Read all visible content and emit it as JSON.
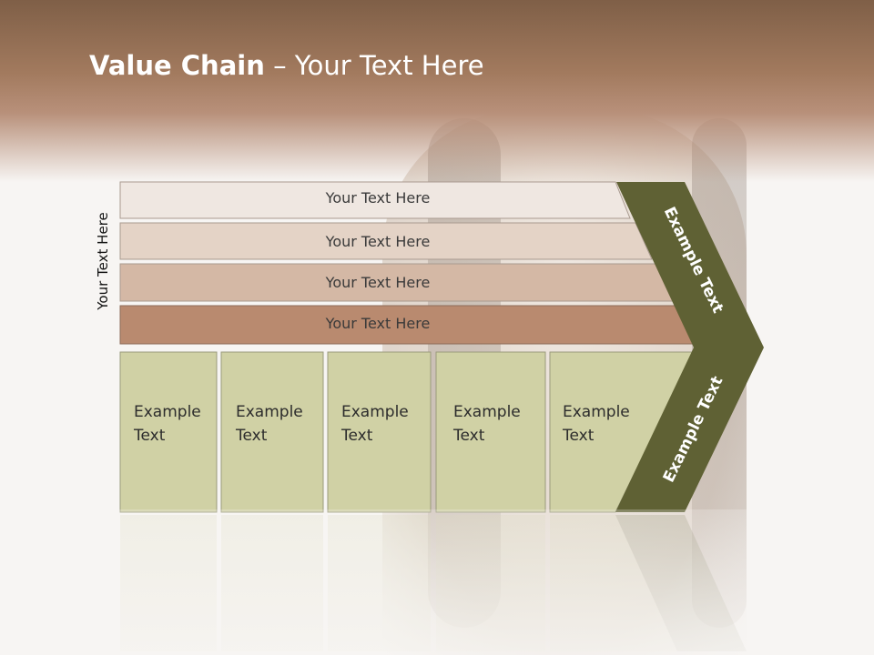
{
  "title": {
    "bold": "Value Chain",
    "rest": " – Your Text Here"
  },
  "side_label": "Your Text Here",
  "bars": [
    {
      "label": "Your Text Here",
      "color": "#efe7e1"
    },
    {
      "label": "Your Text Here",
      "color": "#e4d3c6"
    },
    {
      "label": "Your Text Here",
      "color": "#d4b8a5"
    },
    {
      "label": "Your Text Here",
      "color": "#b98a6f"
    }
  ],
  "boxes": [
    {
      "line1": "Example",
      "line2": "Text"
    },
    {
      "line1": "Example",
      "line2": "Text"
    },
    {
      "line1": "Example",
      "line2": "Text"
    },
    {
      "line1": "Example",
      "line2": "Text"
    },
    {
      "line1": "Example",
      "line2": "Text"
    }
  ],
  "chevron": {
    "upper_label": "Example Text",
    "lower_label": "Example Text",
    "color": "#5f6134"
  },
  "colors": {
    "box_fill": "#d0d1a5",
    "header_brown": "#8a664c"
  }
}
